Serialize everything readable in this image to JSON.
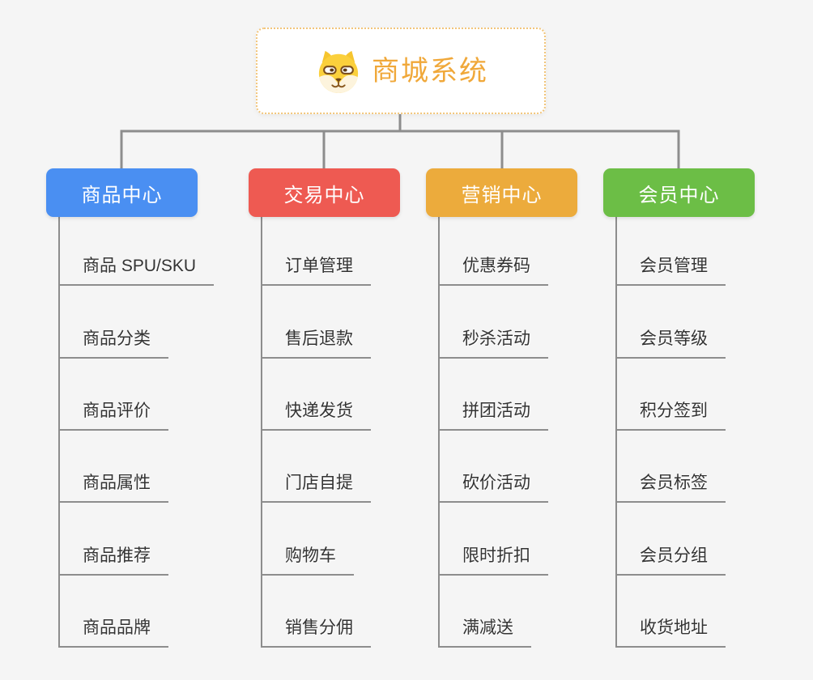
{
  "app": {
    "background_color": "#f5f5f5",
    "line_color": "#8d8d8d"
  },
  "root": {
    "label": "商城系统",
    "icon": "shiba-dog-icon",
    "text_color": "#f0a83a",
    "border_color": "#f2c57a"
  },
  "branches": [
    {
      "id": "product",
      "label": "商品中心",
      "color": "#4a8ff2",
      "children": [
        "商品 SPU/SKU",
        "商品分类",
        "商品评价",
        "商品属性",
        "商品推荐",
        "商品品牌"
      ]
    },
    {
      "id": "trade",
      "label": "交易中心",
      "color": "#ee5a52",
      "children": [
        "订单管理",
        "售后退款",
        "快递发货",
        "门店自提",
        "购物车",
        "销售分佣"
      ]
    },
    {
      "id": "marketing",
      "label": "营销中心",
      "color": "#ecab3c",
      "children": [
        "优惠券码",
        "秒杀活动",
        "拼团活动",
        "砍价活动",
        "限时折扣",
        "满减送"
      ]
    },
    {
      "id": "member",
      "label": "会员中心",
      "color": "#6cbe46",
      "children": [
        "会员管理",
        "会员等级",
        "积分签到",
        "会员标签",
        "会员分组",
        "收货地址"
      ]
    }
  ]
}
